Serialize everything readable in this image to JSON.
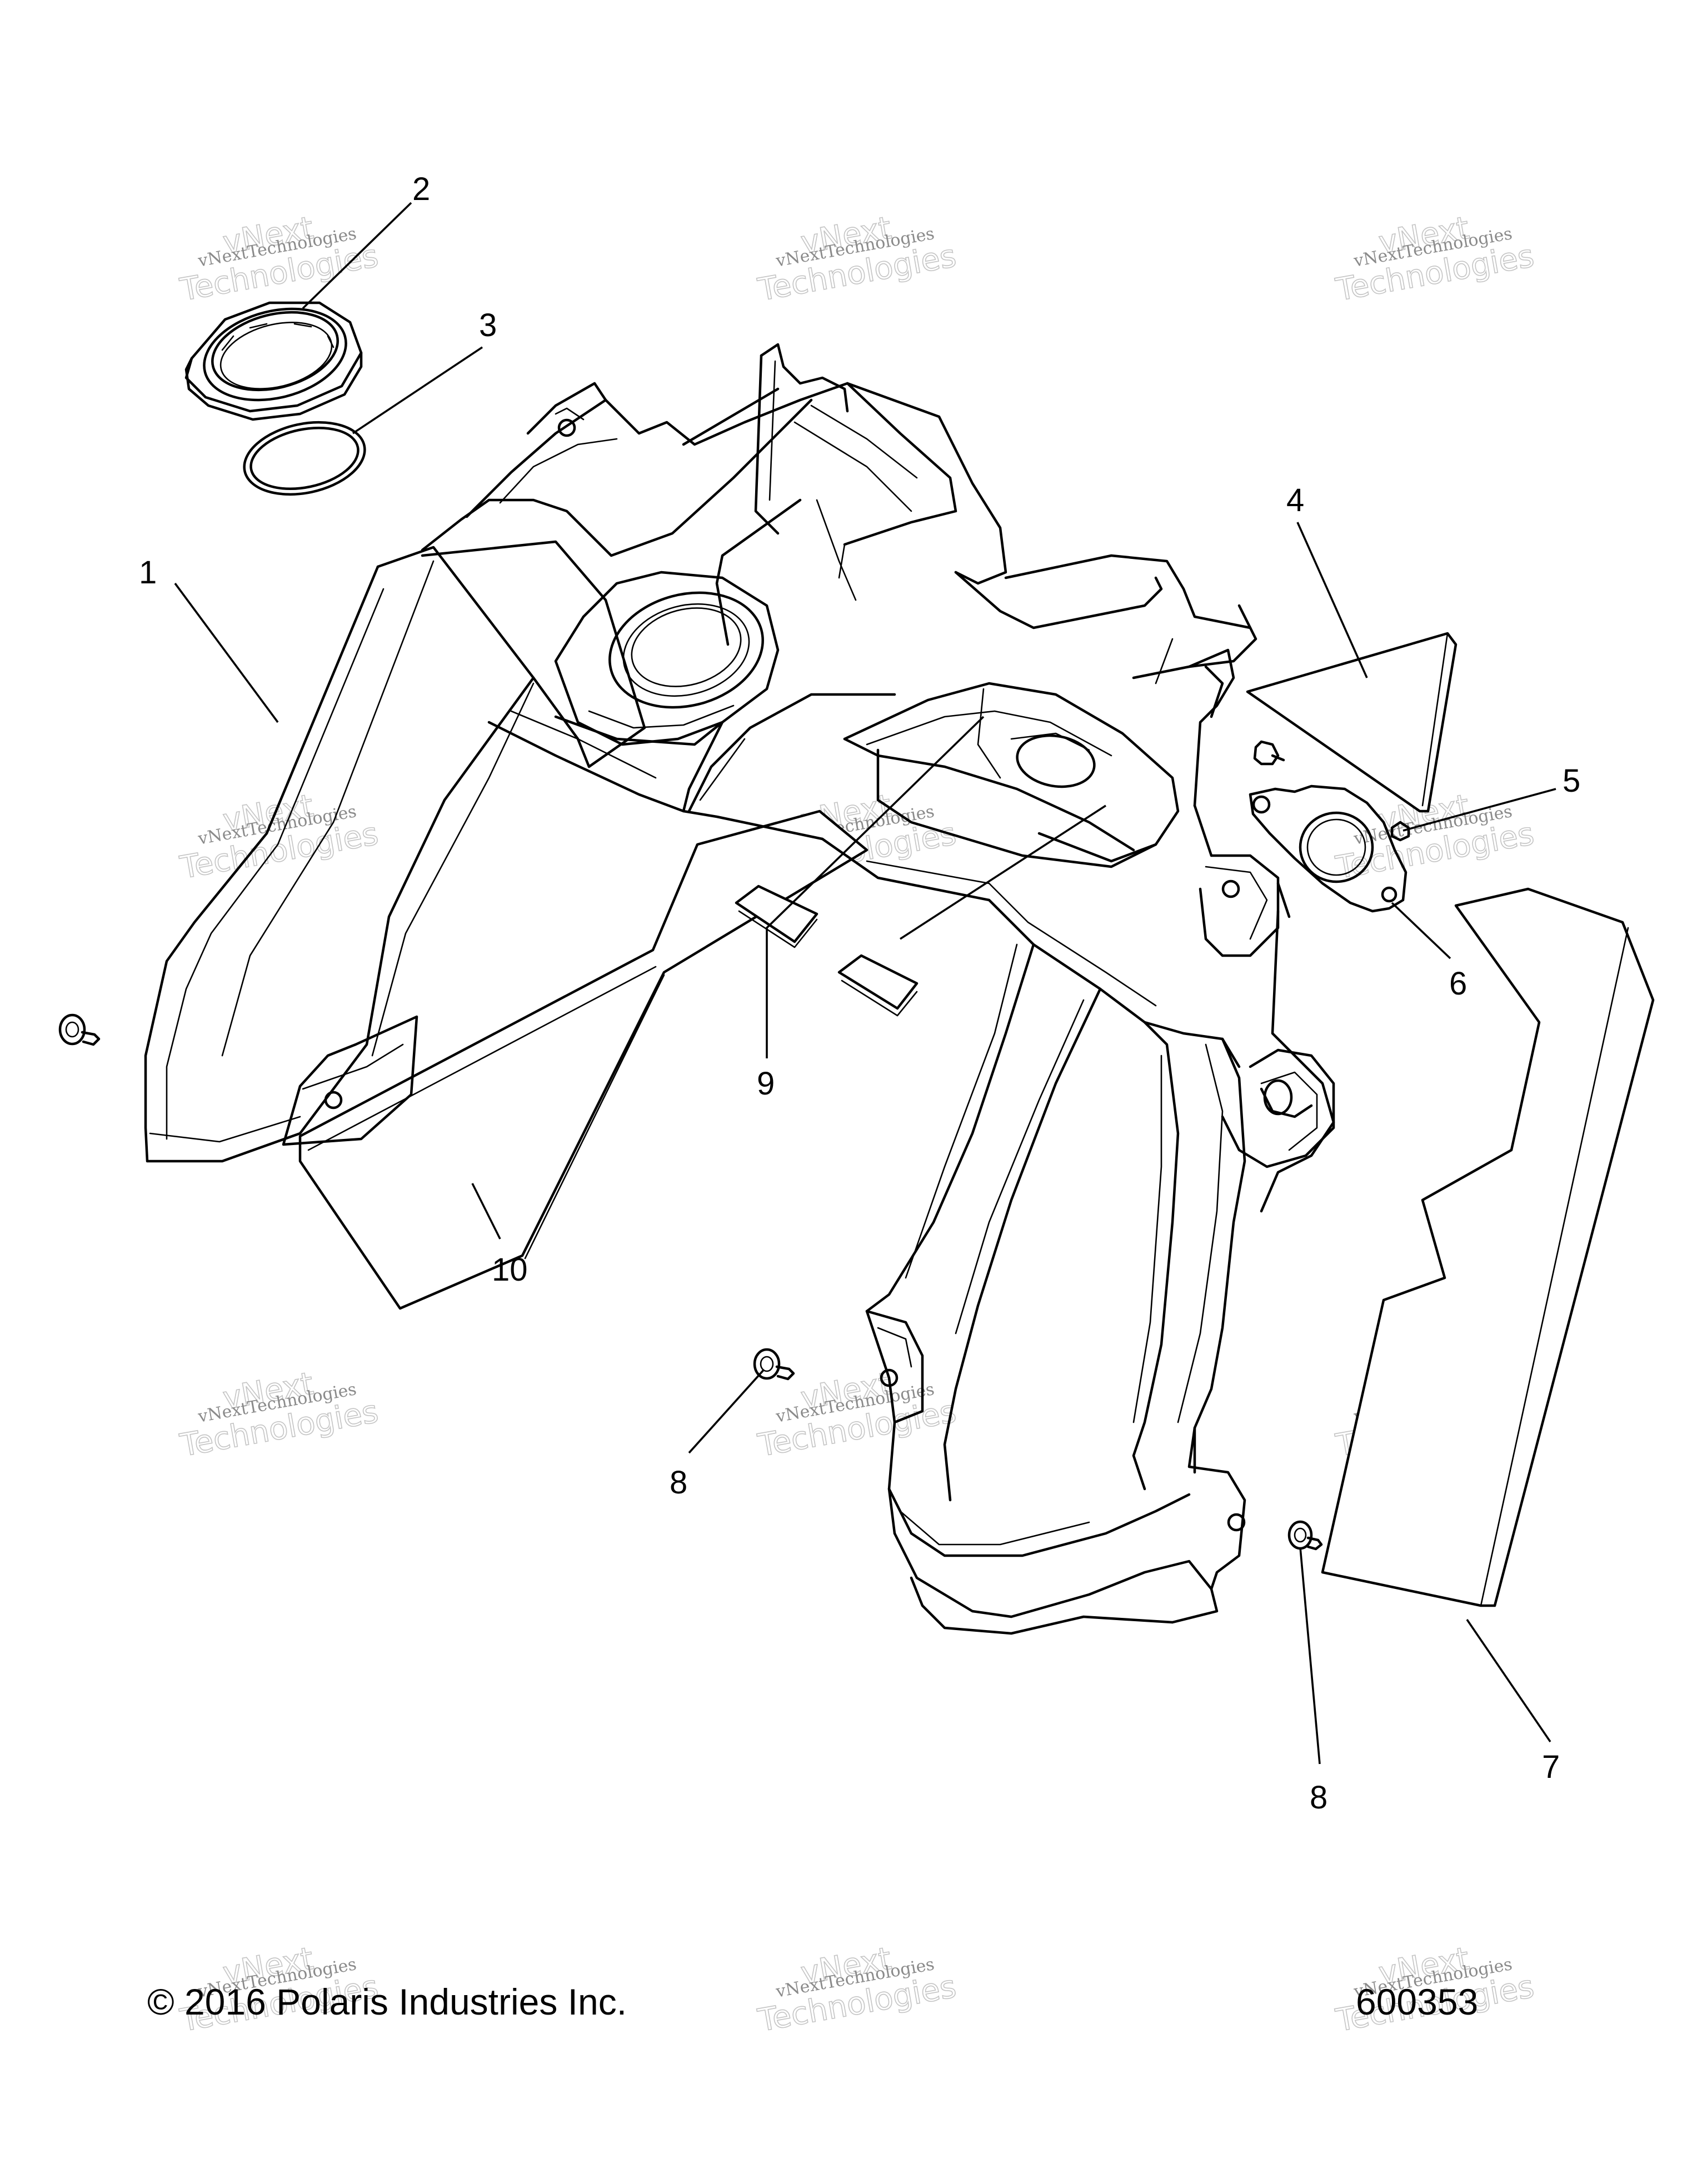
{
  "callouts": {
    "c1": "1",
    "c2": "2",
    "c3": "3",
    "c4": "4",
    "c5": "5",
    "c6": "6",
    "c7": "7",
    "c8a": "8",
    "c8b": "8",
    "c9": "9",
    "c10": "10"
  },
  "watermark": {
    "line1": "vNext",
    "line2": "Technologies"
  },
  "footer": {
    "copyright": "© 2016 Polaris Industries Inc.",
    "diagram_number": "600353"
  }
}
